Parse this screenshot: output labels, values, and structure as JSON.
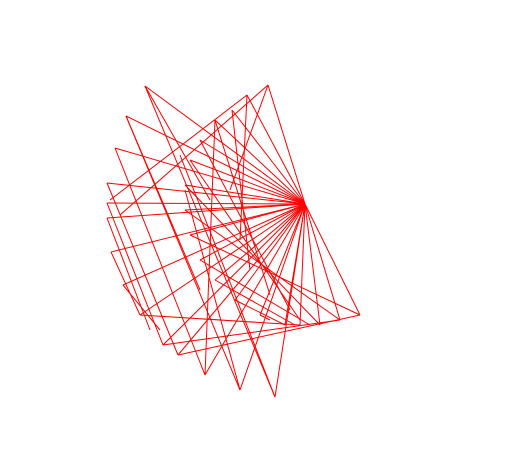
{
  "figure": {
    "stroke_color": "#ff0000",
    "background_color": "#ffffff",
    "segments": [
      [
        [
          145,
          86
        ],
        [
          305,
          204
        ]
      ],
      [
        [
          145,
          86
        ],
        [
          210,
          200
        ]
      ],
      [
        [
          145,
          86
        ],
        [
          275,
          397
        ]
      ],
      [
        [
          126,
          116
        ],
        [
          305,
          204
        ]
      ],
      [
        [
          126,
          116
        ],
        [
          200,
          290
        ]
      ],
      [
        [
          126,
          116
        ],
        [
          240,
          390
        ]
      ],
      [
        [
          115,
          148
        ],
        [
          305,
          204
        ]
      ],
      [
        [
          115,
          148
        ],
        [
          205,
          375
        ]
      ],
      [
        [
          107,
          183
        ],
        [
          305,
          204
        ]
      ],
      [
        [
          107,
          183
        ],
        [
          178,
          355
        ]
      ],
      [
        [
          107,
          203
        ],
        [
          305,
          204
        ]
      ],
      [
        [
          107,
          203
        ],
        [
          163,
          345
        ]
      ],
      [
        [
          107,
          218
        ],
        [
          305,
          204
        ]
      ],
      [
        [
          107,
          218
        ],
        [
          150,
          330
        ]
      ],
      [
        [
          111,
          252
        ],
        [
          305,
          204
        ]
      ],
      [
        [
          111,
          252
        ],
        [
          140,
          315
        ]
      ],
      [
        [
          123,
          285
        ],
        [
          305,
          204
        ]
      ],
      [
        [
          123,
          285
        ],
        [
          160,
          330
        ]
      ],
      [
        [
          140,
          315
        ],
        [
          305,
          204
        ]
      ],
      [
        [
          140,
          315
        ],
        [
          300,
          325
        ]
      ],
      [
        [
          163,
          345
        ],
        [
          305,
          204
        ]
      ],
      [
        [
          163,
          345
        ],
        [
          340,
          320
        ]
      ],
      [
        [
          178,
          355
        ],
        [
          305,
          204
        ]
      ],
      [
        [
          178,
          355
        ],
        [
          360,
          315
        ]
      ],
      [
        [
          205,
          375
        ],
        [
          305,
          204
        ]
      ],
      [
        [
          205,
          375
        ],
        [
          215,
          120
        ]
      ],
      [
        [
          240,
          390
        ],
        [
          305,
          204
        ]
      ],
      [
        [
          240,
          390
        ],
        [
          185,
          190
        ]
      ],
      [
        [
          275,
          397
        ],
        [
          305,
          204
        ]
      ],
      [
        [
          275,
          397
        ],
        [
          180,
          155
        ]
      ],
      [
        [
          268,
          85
        ],
        [
          305,
          204
        ]
      ],
      [
        [
          268,
          85
        ],
        [
          230,
          190
        ]
      ],
      [
        [
          268,
          85
        ],
        [
          120,
          215
        ]
      ],
      [
        [
          247,
          95
        ],
        [
          305,
          204
        ]
      ],
      [
        [
          247,
          95
        ],
        [
          240,
          240
        ]
      ],
      [
        [
          247,
          95
        ],
        [
          110,
          200
        ]
      ],
      [
        [
          232,
          110
        ],
        [
          305,
          204
        ]
      ],
      [
        [
          232,
          110
        ],
        [
          250,
          270
        ]
      ],
      [
        [
          215,
          120
        ],
        [
          305,
          204
        ]
      ],
      [
        [
          215,
          120
        ],
        [
          270,
          295
        ]
      ],
      [
        [
          200,
          140
        ],
        [
          305,
          204
        ]
      ],
      [
        [
          200,
          140
        ],
        [
          290,
          310
        ]
      ],
      [
        [
          190,
          160
        ],
        [
          305,
          204
        ]
      ],
      [
        [
          190,
          160
        ],
        [
          300,
          320
        ]
      ],
      [
        [
          185,
          185
        ],
        [
          305,
          204
        ]
      ],
      [
        [
          185,
          185
        ],
        [
          320,
          325
        ]
      ],
      [
        [
          185,
          210
        ],
        [
          305,
          204
        ]
      ],
      [
        [
          185,
          210
        ],
        [
          340,
          320
        ]
      ],
      [
        [
          190,
          235
        ],
        [
          305,
          204
        ]
      ],
      [
        [
          190,
          235
        ],
        [
          360,
          315
        ]
      ],
      [
        [
          200,
          260
        ],
        [
          305,
          204
        ]
      ],
      [
        [
          200,
          260
        ],
        [
          310,
          325
        ]
      ],
      [
        [
          215,
          280
        ],
        [
          305,
          204
        ]
      ],
      [
        [
          215,
          280
        ],
        [
          295,
          325
        ]
      ],
      [
        [
          235,
          300
        ],
        [
          305,
          204
        ]
      ],
      [
        [
          235,
          300
        ],
        [
          285,
          325
        ]
      ],
      [
        [
          260,
          315
        ],
        [
          305,
          204
        ]
      ],
      [
        [
          260,
          315
        ],
        [
          270,
          320
        ]
      ],
      [
        [
          360,
          315
        ],
        [
          305,
          204
        ]
      ],
      [
        [
          340,
          320
        ],
        [
          305,
          204
        ]
      ],
      [
        [
          320,
          325
        ],
        [
          305,
          204
        ]
      ],
      [
        [
          300,
          325
        ],
        [
          305,
          204
        ]
      ],
      [
        [
          285,
          325
        ],
        [
          305,
          204
        ]
      ]
    ]
  }
}
